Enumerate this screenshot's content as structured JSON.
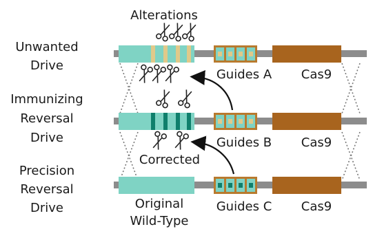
{
  "labels": {
    "alterations": "Alterations",
    "corrected": "Corrected",
    "original_line1": "Original",
    "original_line2": "Wild-Type"
  },
  "rows": [
    {
      "name_lines": [
        "Unwanted",
        "Drive"
      ],
      "guides_label": "Guides A",
      "cas9_label": "Cas9"
    },
    {
      "name_lines": [
        "Immunizing",
        "Reversal",
        "Drive"
      ],
      "guides_label": "Guides B",
      "cas9_label": "Cas9"
    },
    {
      "name_lines": [
        "Precision",
        "Reversal",
        "Drive"
      ],
      "guides_label": "Guides C",
      "cas9_label": "Cas9"
    }
  ],
  "colors": {
    "chromosome": "#8c8c8c",
    "target_gene": "#7fd3c4",
    "altered_band": "#e0c98a",
    "recoded_band": "#0f7f6c",
    "cas9": "#a8641e",
    "guide_box_fill": "#b87a2e",
    "guide_inner_a": "#7fd3c4",
    "guide_inner_b": "#7fd3c4",
    "guide_inner_c": "#1e9a82",
    "guide_dot": "#e0c98a",
    "guide_dot_c": "#0f7f6c",
    "crossover": "#777777",
    "arrow": "#111111"
  },
  "icons": [
    "scissors-icon"
  ]
}
